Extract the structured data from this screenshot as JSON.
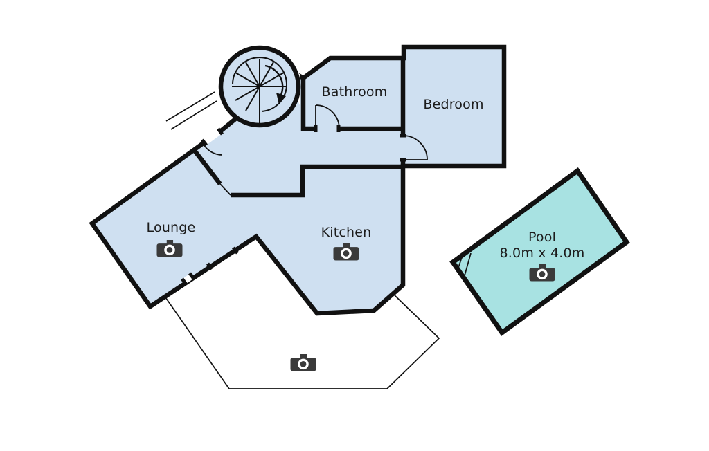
{
  "type": "floor-plan",
  "rooms": {
    "bathroom": {
      "label": "Bathroom"
    },
    "bedroom": {
      "label": "Bedroom"
    },
    "lounge": {
      "label": "Lounge"
    },
    "kitchen": {
      "label": "Kitchen"
    },
    "pool": {
      "label": "Pool",
      "dimensions": "8.0m x 4.0m"
    }
  },
  "icons": {
    "camera": "camera-icon",
    "staircase": "spiral-staircase-icon"
  },
  "colors": {
    "house_fill": "#cfe0f1",
    "pool_fill": "#a8e2e2",
    "wall": "#111111",
    "camera": "#3a3a3a",
    "text": "#1c1c1c"
  }
}
